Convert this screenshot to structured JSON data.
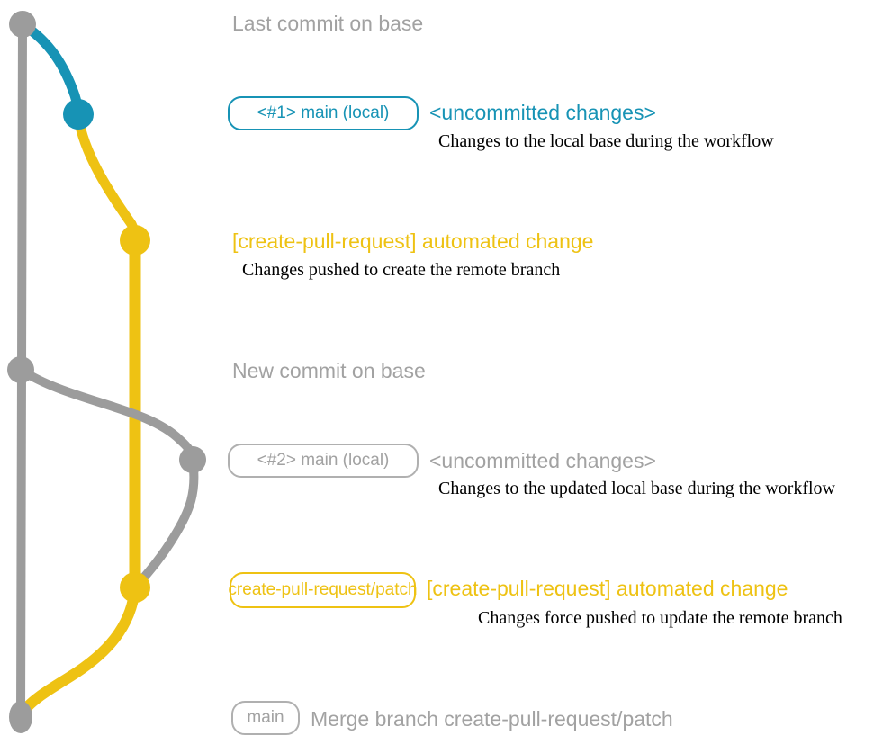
{
  "colors": {
    "blue": "#1793b5",
    "yellow": "#eec213",
    "gray": "#9c9c9c",
    "gray_text": "#a2a2a2",
    "gray_border": "#b0b0b0"
  },
  "graph": {
    "type": "git-branch-diagram",
    "branches": [
      {
        "id": "base",
        "color_key": "gray"
      },
      {
        "id": "main-local-uncommitted",
        "color_key": "blue"
      },
      {
        "id": "create-pull-request-patch",
        "color_key": "yellow"
      }
    ],
    "commits": [
      {
        "id": "last-commit-on-base",
        "branch": "base",
        "label": "Last commit on base"
      },
      {
        "id": "main-local-1",
        "branch": "main-local-uncommitted",
        "label": "<#1> main (local) <uncommitted changes>"
      },
      {
        "id": "automated-change-1",
        "branch": "create-pull-request-patch",
        "label": "[create-pull-request] automated change"
      },
      {
        "id": "new-commit-on-base",
        "branch": "base",
        "label": "New commit on base"
      },
      {
        "id": "main-local-2",
        "branch": "base",
        "label": "<#2> main (local) <uncommitted changes>"
      },
      {
        "id": "automated-change-2",
        "branch": "create-pull-request-patch",
        "label": "create-pull-request/patch [create-pull-request] automated change"
      },
      {
        "id": "merge-commit",
        "branch": "base",
        "label": "main Merge branch create-pull-request/patch"
      }
    ]
  },
  "rows": {
    "row1_title": "Last commit on base",
    "row2": {
      "badge": "<#1> main (local)",
      "heading": "<uncommitted changes>",
      "caption": "Changes to the local base during the workflow"
    },
    "row3": {
      "heading": "[create-pull-request] automated change",
      "caption": "Changes pushed to create the remote branch"
    },
    "row4_title": "New commit on base",
    "row5": {
      "badge": "<#2> main (local)",
      "heading": "<uncommitted changes>",
      "caption": "Changes to the updated local base during the workflow"
    },
    "row6": {
      "badge": "create-pull-request/patch",
      "heading": "[create-pull-request] automated change",
      "caption": "Changes force pushed to update the remote branch"
    },
    "row7": {
      "badge": "main",
      "message": "Merge branch create-pull-request/patch"
    }
  }
}
